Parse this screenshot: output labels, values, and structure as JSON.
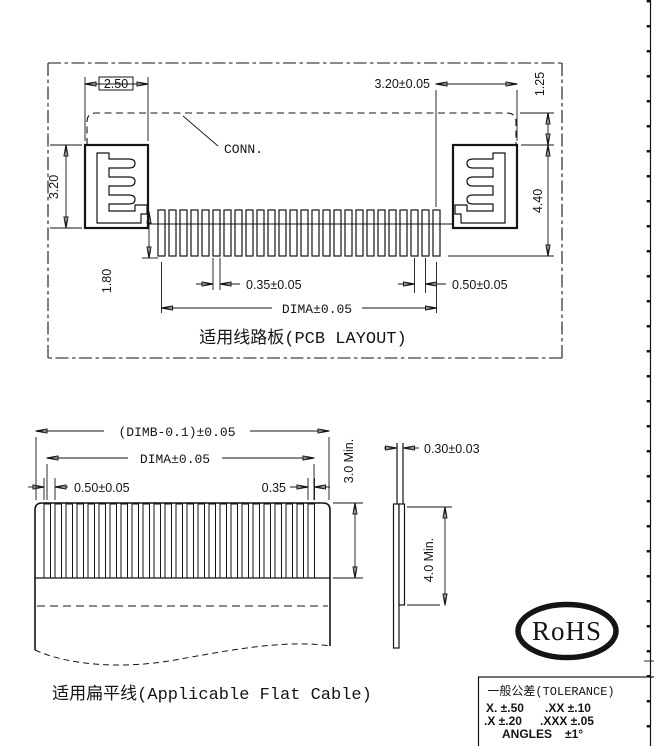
{
  "colors": {
    "line": "#141414",
    "background": "#ffffff"
  },
  "pcb": {
    "caption": "适用线路板(PCB LAYOUT)",
    "conn_label": "CONN.",
    "pin_count": 26,
    "dim_pad_width": "2.50",
    "dim_pad_height": "3.20",
    "dim_gap": "3.20±0.05",
    "dim_top_offset": "1.25",
    "dim_total_height": "4.40",
    "dim_pin_length": "1.80",
    "dim_pad_w": "0.35±0.05",
    "dim_span": "DIMA±0.05",
    "dim_pitch": "0.50±0.05"
  },
  "cable": {
    "caption": "适用扁平线(Applicable Flat Cable)",
    "conductor_count": 25,
    "dim_overall": "(DIMB-0.1)±0.05",
    "dim_span": "DIMA±0.05",
    "dim_pitch": "0.50±0.05",
    "dim_conductor_width": "0.35",
    "dim_exposed_length": "3.0 Min.",
    "dim_thickness": "0.30±0.03",
    "dim_support_length": "4.0 Min."
  },
  "rohs": {
    "label": "RoHS"
  },
  "tolerance_box": {
    "title": "一般公差(TOLERANCE)",
    "rows": [
      {
        "left": "X. ±.50",
        "right": ".XX ±.10"
      },
      {
        "left": ".X ±.20",
        "right": ".XXX ±.05"
      },
      {
        "left": "ANGLES",
        "right": "±1°"
      }
    ]
  }
}
